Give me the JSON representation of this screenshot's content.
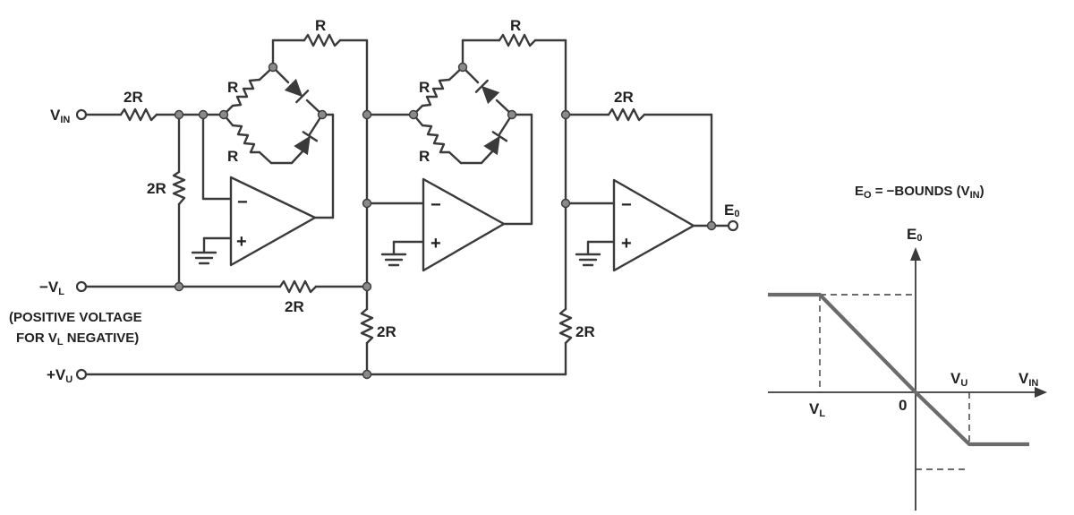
{
  "labels": {
    "r": "R",
    "two_r": "2R",
    "v": "V",
    "in_sub": "IN",
    "l_sub": "L",
    "u_sub": "U",
    "e": "E",
    "zero_sub": "0",
    "o_sub": "O",
    "minus_vl_prefix": "−V",
    "plus_vu_prefix": "+V",
    "minus": "−",
    "plus": "+",
    "zero": "0"
  },
  "note": {
    "line1": "(POSITIVE VOLTAGE",
    "line2_pre": "FOR V",
    "line2_sub": "L",
    "line2_post": " NEGATIVE)"
  },
  "equation": {
    "lhs_main": "E",
    "lhs_sub": "O",
    "rhs": " = −BOUNDS (V",
    "rhs_sub": "IN",
    "rhs_close": ")"
  }
}
